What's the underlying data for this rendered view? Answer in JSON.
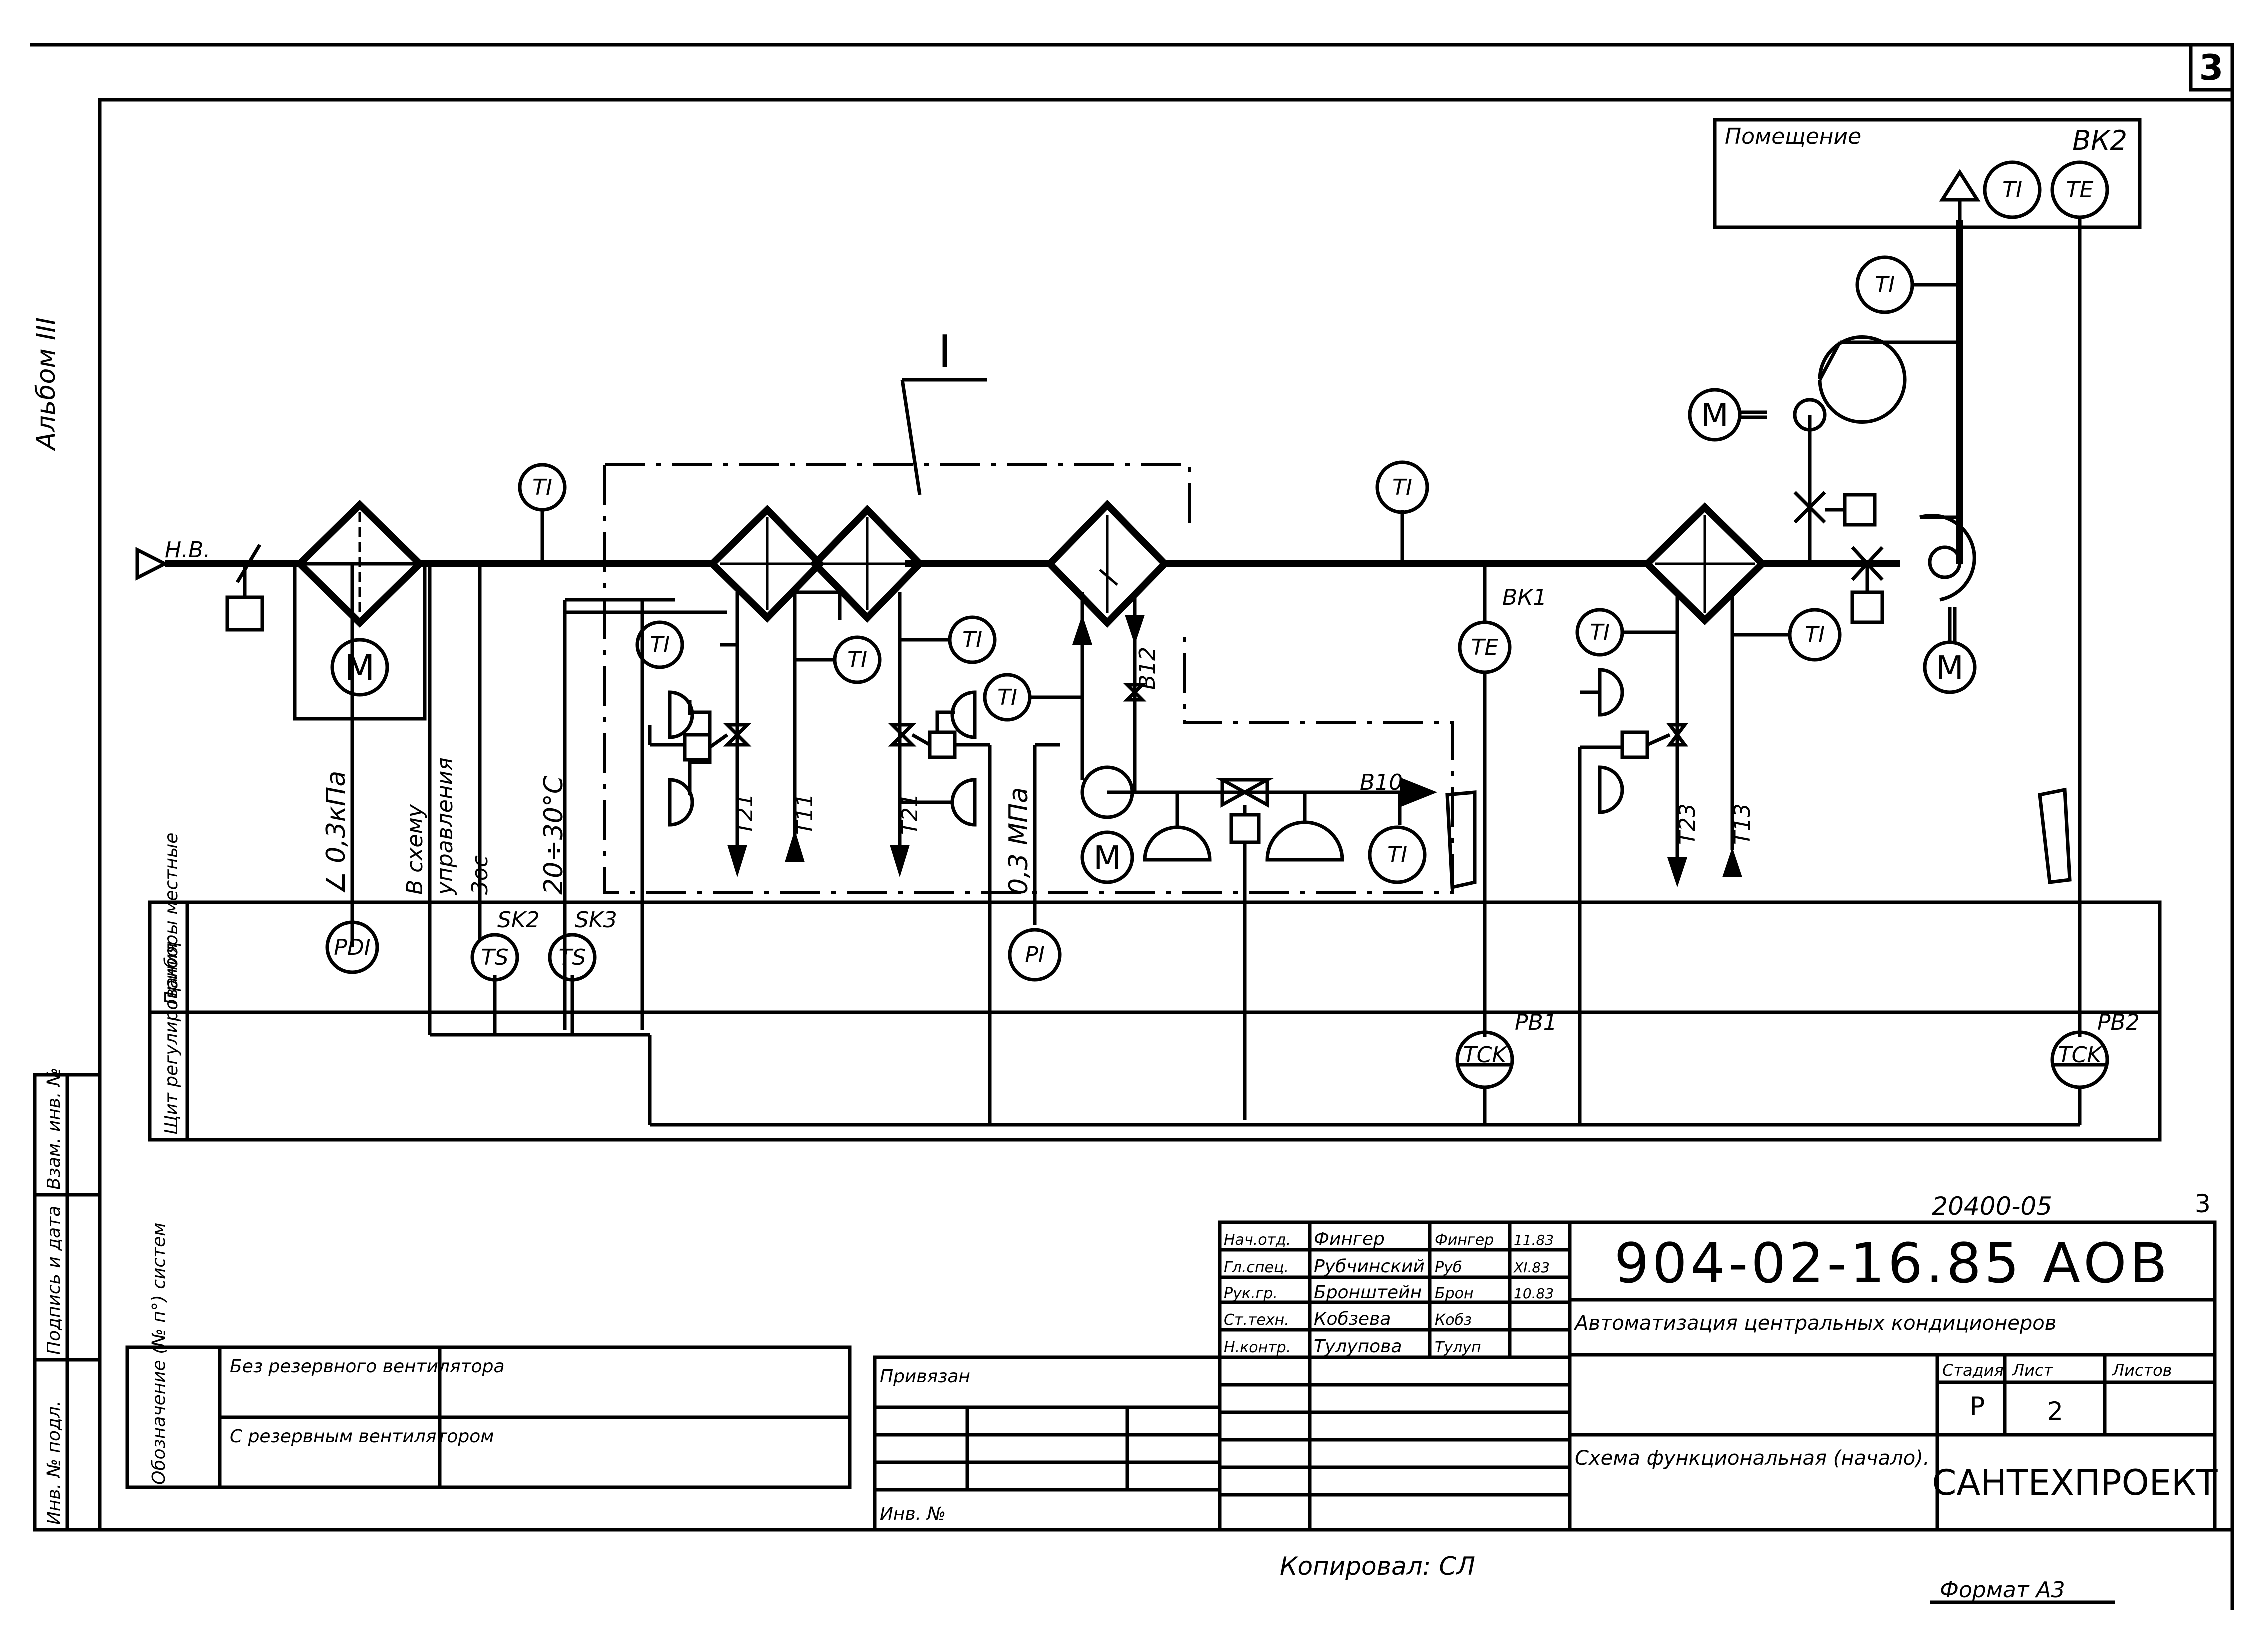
{
  "sheet_number": "3",
  "album": "Альбом III",
  "room": {
    "label": "Помещение",
    "tag": "ВК2"
  },
  "tags": {
    "nv": "Н.В.",
    "zone": "I",
    "vk1": "ВК1",
    "vk2": "ВК2",
    "rv1": "РВ1",
    "rv2": "РВ2",
    "sk2": "SK2",
    "sk3": "SK3",
    "b10": "В10",
    "b12": "В12",
    "t21a": "Т21",
    "t11": "Т11",
    "t21b": "Т21",
    "t23": "Т23",
    "t13": "Т13"
  },
  "instruments": {
    "ti": "TI",
    "te": "TE",
    "pdi": "PDI",
    "ts": "TS",
    "pi": "PI",
    "tck": "TCK",
    "m": "M"
  },
  "vertical_notes": {
    "pressure_diff": "∠ 0,3кПа",
    "to_control": "В схему",
    "control2": "управления",
    "control3": "3ос",
    "temp_range": "20÷30°С",
    "pressure": "0,3 МПа"
  },
  "panel_labels": {
    "local": "Приборы местные",
    "panel": "Щит регулирования"
  },
  "left_strip": [
    "Инв. № подл.",
    "Подпись и дата",
    "Взам. инв. №"
  ],
  "legend": {
    "header": "Обозначение (№ п°) систем",
    "row1": "Без резервного вентилятора",
    "row2": "С резервным вентилятором"
  },
  "binding": {
    "label": "Привязан",
    "inv": "Инв. №"
  },
  "doc_code": "20400-05",
  "doc_sheet": "3",
  "designation": "904-02-16.85  АОВ",
  "staff": [
    {
      "role": "Нач.отд.",
      "name": "Фингер",
      "sign": "Фингер",
      "date": "11.83"
    },
    {
      "role": "Гл.спец.",
      "name": "Рубчинский",
      "sign": "Руб",
      "date": "XI.83"
    },
    {
      "role": "Рук.гр.",
      "name": "Бронштейн",
      "sign": "Брон",
      "date": "10.83"
    },
    {
      "role": "Ст.техн.",
      "name": "Кобзева",
      "sign": "Кобз",
      "date": ""
    },
    {
      "role": "Н.контр.",
      "name": "Тулупова",
      "sign": "Тулуп",
      "date": ""
    }
  ],
  "title": "Автоматизация центральных кондиционеров",
  "sheet_title": "Схема функциональная (начало).",
  "stage_header": "Стадия",
  "sheet_header": "Лист",
  "sheets_header": "Листов",
  "stage": "Р",
  "sheet": "2",
  "sheets": "",
  "org": "САНТЕХПРОЕКТ",
  "copied": "Копировал: СЛ",
  "format": "Формат А3"
}
